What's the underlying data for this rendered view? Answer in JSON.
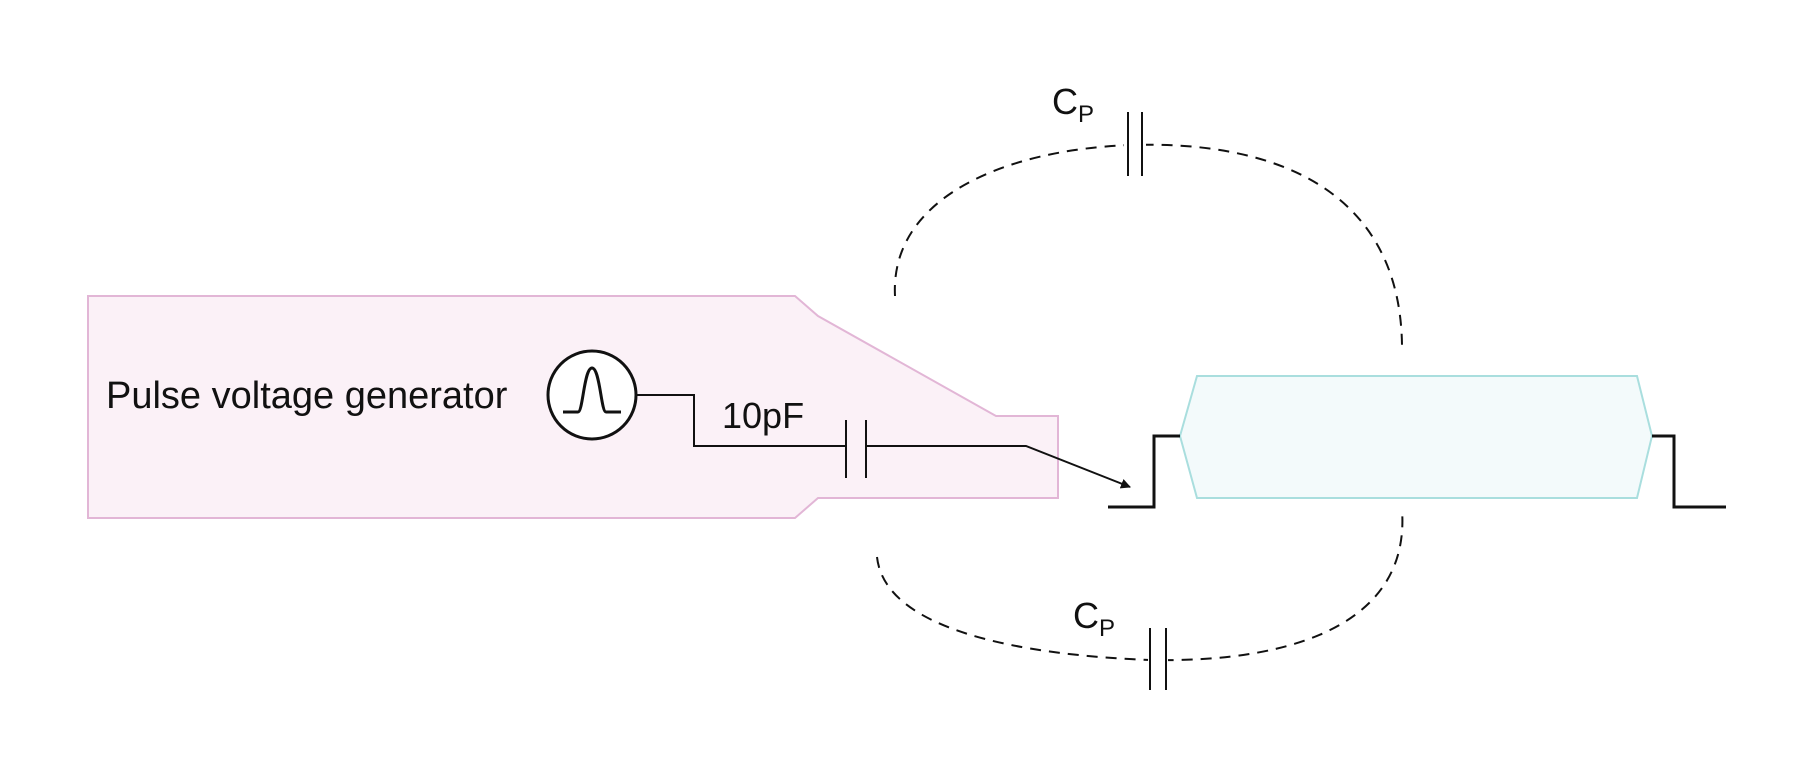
{
  "labels": {
    "generator": "Pulse voltage generator",
    "capacitor": "10pF",
    "parasitic_top": {
      "main": "C",
      "sub": "P"
    },
    "parasitic_bottom": {
      "main": "C",
      "sub": "P"
    }
  },
  "colors": {
    "probe_fill": "#fbf1f7",
    "probe_stroke": "#e2b6d6",
    "device_fill": "#f3fafb",
    "device_stroke": "#a9dede",
    "line": "#111111"
  },
  "icons": {
    "generator_symbol": "pulse-source-icon",
    "arrow": "arrow-icon"
  }
}
